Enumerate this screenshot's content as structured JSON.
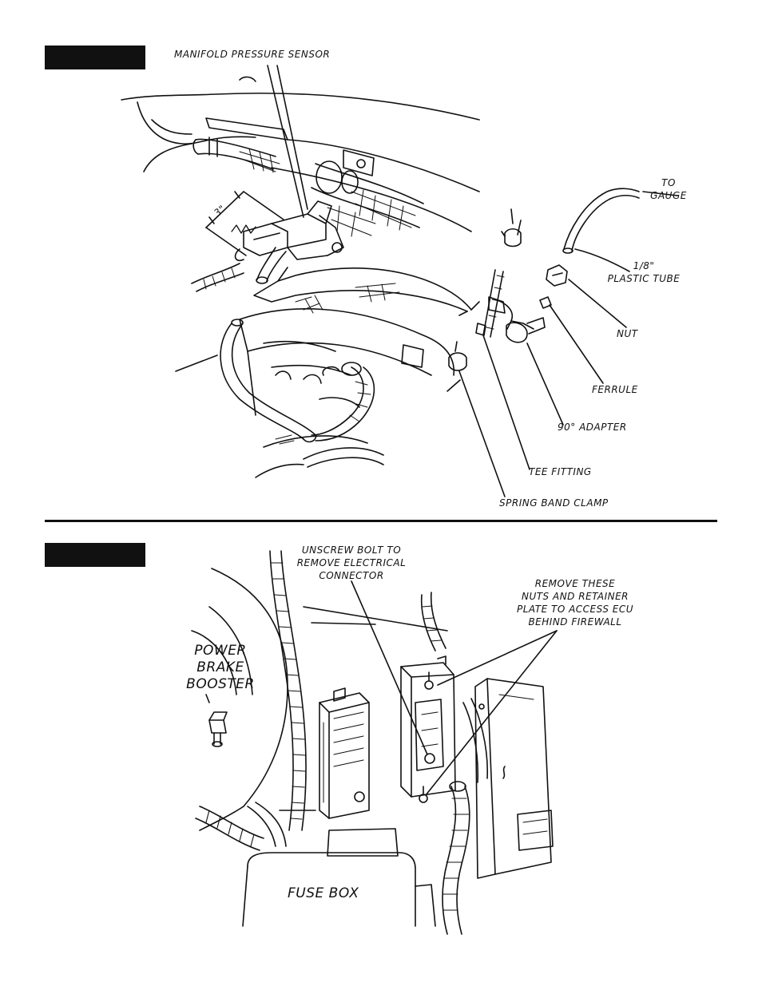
{
  "figure1": {
    "labels": {
      "manifold_pressure_sensor": "MANIFOLD PRESSURE SENSOR",
      "dimension": "3\"",
      "to_gauge_line1": "TO",
      "to_gauge_line2": "GAUGE",
      "plastic_tube_line1": "1/8\"",
      "plastic_tube_line2": "PLASTIC TUBE",
      "nut": "NUT",
      "ferrule": "FERRULE",
      "adapter": "90° ADAPTER",
      "tee_fitting": "TEE FITTING",
      "spring_band_clamp": "SPRING BAND CLAMP"
    }
  },
  "figure2": {
    "labels": {
      "unscrew_line1": "UNSCREW BOLT TO",
      "unscrew_line2": "REMOVE ELECTRICAL",
      "unscrew_line3": "CONNECTOR",
      "remove_line1": "REMOVE THESE",
      "remove_line2": "NUTS AND RETAINER",
      "remove_line3": "PLATE TO ACCESS ECU",
      "remove_line4": "BEHIND FIREWALL",
      "booster_line1": "POWER",
      "booster_line2": "BRAKE",
      "booster_line3": "BOOSTER",
      "fuse_box": "FUSE BOX"
    }
  }
}
